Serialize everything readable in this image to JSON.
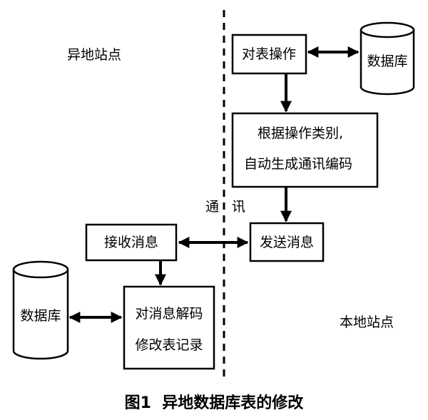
{
  "sites": {
    "remote": "异地站点",
    "local": "本地站点"
  },
  "channel_label": {
    "char1": "通",
    "char2": "讯"
  },
  "nodes": {
    "table_op": "对表操作",
    "gen_code_line1": "根据操作类别,",
    "gen_code_line2": "自动生成通讯编码",
    "send_msg": "发送消息",
    "recv_msg": "接收消息",
    "decode_line1": "对消息解码",
    "decode_line2": "修改表记录",
    "db_local": "数据库",
    "db_remote": "数据库"
  },
  "caption": "图1  异地数据库表的修改"
}
